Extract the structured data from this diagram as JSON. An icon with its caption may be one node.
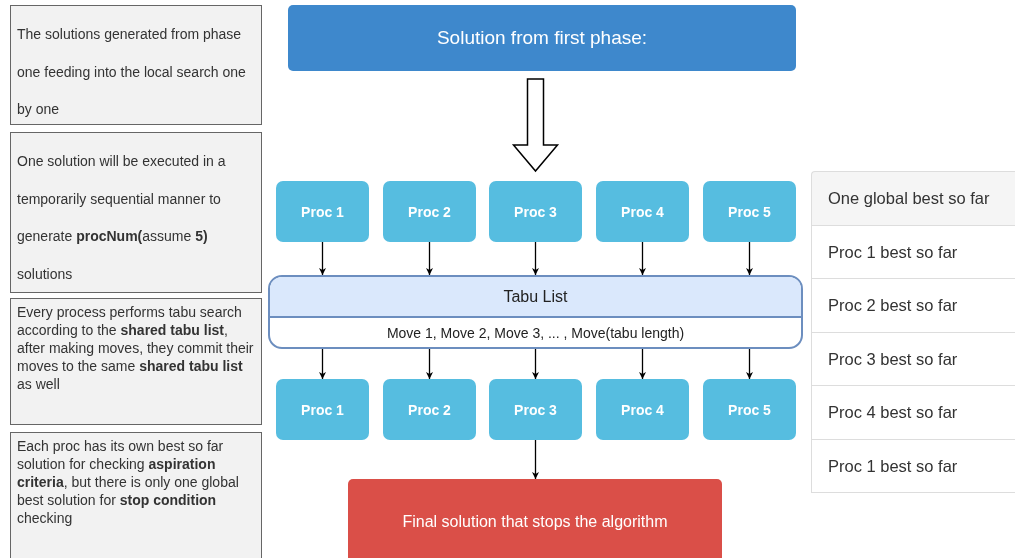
{
  "diagram": {
    "nodes": [
      {
        "text": [
          "The solutions generated from phase one feeding into the local search one by one"
        ]
      },
      {
        "text": [
          "One solution will be executed in a temporarily sequential manner to generate **procNum(**assume **5)** solutions"
        ]
      },
      {
        "text": [
          "Every process performs tabu search according to the **shared tabu list**, after making moves, they commit their moves to the same **shared tabu list** as well"
        ]
      },
      {
        "text": [
          "Each proc has its own best so far solution for checking **aspiration criteria**, but there is only one global best solution for **stop condition** checking"
        ]
      },
      {
        "text": [
          "Solution from first phase:"
        ]
      },
      {
        "text": [
          "Proc 1"
        ]
      },
      {
        "text": [
          "Proc 2"
        ]
      },
      {
        "text": [
          "Proc 3"
        ]
      },
      {
        "text": [
          "Proc 4"
        ]
      },
      {
        "text": [
          "Proc 5"
        ]
      },
      {
        "text": [
          "Tabu List",
          "Move 1, Move 2, Move 3, ... , Move(tabu length)"
        ]
      },
      {
        "text": [
          "Proc 1"
        ]
      },
      {
        "text": [
          "Proc 2"
        ]
      },
      {
        "text": [
          "Proc 3"
        ]
      },
      {
        "text": [
          "Proc 4"
        ]
      },
      {
        "text": [
          "Proc 5"
        ]
      },
      {
        "text": [
          "Final solution that stops the algorithm"
        ]
      },
      {
        "text": [
          "One global best so far"
        ]
      },
      {
        "text": [
          "Proc 1 best so far"
        ]
      },
      {
        "text": [
          "Proc 2 best so far"
        ]
      },
      {
        "text": [
          "Proc 3 best so far"
        ]
      },
      {
        "text": [
          "Proc 4 best so far"
        ]
      },
      {
        "text": [
          "Proc 1 best so far"
        ]
      }
    ],
    "edges": [
      {
        "from": 4,
        "to": 7,
        "arrow": "to",
        "style": "thick"
      },
      {
        "from": 5,
        "to": 10,
        "arrow": "to"
      },
      {
        "from": 6,
        "to": 10,
        "arrow": "to"
      },
      {
        "from": 7,
        "to": 10,
        "arrow": "to"
      },
      {
        "from": 8,
        "to": 10,
        "arrow": "to"
      },
      {
        "from": 9,
        "to": 10,
        "arrow": "to"
      },
      {
        "from": 10,
        "to": 11,
        "arrow": "to"
      },
      {
        "from": 10,
        "to": 12,
        "arrow": "to"
      },
      {
        "from": 10,
        "to": 13,
        "arrow": "to"
      },
      {
        "from": 10,
        "to": 14,
        "arrow": "to"
      },
      {
        "from": 10,
        "to": 15,
        "arrow": "to"
      },
      {
        "from": 13,
        "to": 16,
        "arrow": "to"
      }
    ]
  }
}
